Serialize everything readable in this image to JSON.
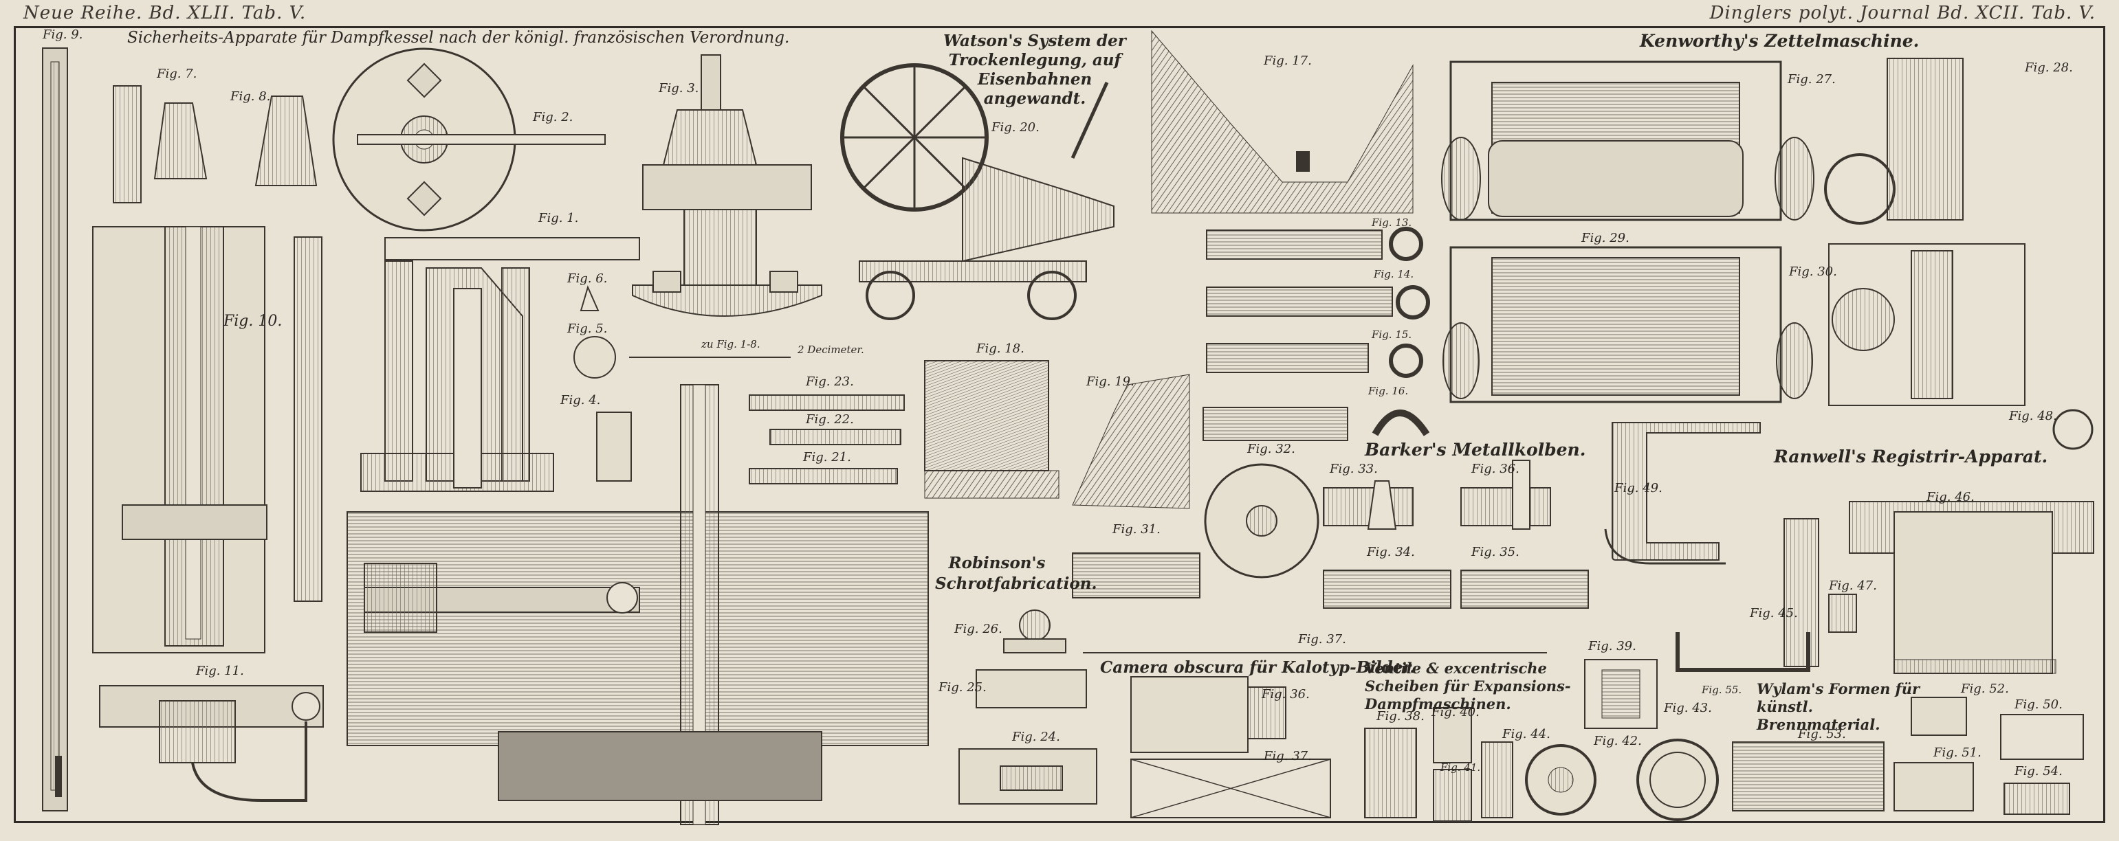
{
  "header": {
    "left": "Neue Reihe. Bd. XLII. Tab. V.",
    "right": "Dinglers polyt. Journal Bd. XCII. Tab. V."
  },
  "titles": {
    "sicherheits": "Sicherheits-Apparate für Dampfkessel nach der königl. französischen Verordnung.",
    "watson": "Watson's System der Trockenlegung, auf Eisenbahnen angewandt.",
    "kenworthy": "Kenworthy's Zettelmaschine.",
    "barker": "Barker's Metallkolben.",
    "ranwell": "Ranwell's Registrir-Apparat.",
    "robinson": "Robinson's Schrotfabrication.",
    "camera": "Camera obscura für Kalotyp-Bilder.",
    "ventile": "Ventile & excentrische Scheiben für Expansions-Dampfmaschinen.",
    "wylam": "Wylam's Formen für künstl. Brennmaterial."
  },
  "scale_label": "zu Fig. 1-8.",
  "scale_unit": "2 Decimeter.",
  "figures": {
    "f1": "Fig. 1.",
    "f2": "Fig. 2.",
    "f3": "Fig. 3.",
    "f4": "Fig. 4.",
    "f5": "Fig. 5.",
    "f6": "Fig. 6.",
    "f7": "Fig. 7.",
    "f8": "Fig. 8.",
    "f9": "Fig. 9.",
    "f10": "Fig. 10.",
    "f11": "Fig. 11.",
    "f13": "Fig. 13.",
    "f14": "Fig. 14.",
    "f15": "Fig. 15.",
    "f16": "Fig. 16.",
    "f17": "Fig. 17.",
    "f18": "Fig. 18.",
    "f19": "Fig. 19.",
    "f20": "Fig. 20.",
    "f21": "Fig. 21.",
    "f22": "Fig. 22.",
    "f23": "Fig. 23.",
    "f24": "Fig. 24.",
    "f25": "Fig. 25.",
    "f26": "Fig. 26.",
    "f27": "Fig. 27.",
    "f28": "Fig. 28.",
    "f29": "Fig. 29.",
    "f30": "Fig. 30.",
    "f31": "Fig. 31.",
    "f32": "Fig. 32.",
    "f33": "Fig. 33.",
    "f34": "Fig. 34.",
    "f35": "Fig. 35.",
    "f36": "Fig. 36.",
    "f36b": "Fig. 36.",
    "f37": "Fig. 37.",
    "f37b": "Fig. 37.",
    "f38": "Fig. 38.",
    "f39": "Fig. 39.",
    "f40": "Fig. 40.",
    "f41": "Fig. 41.",
    "f42": "Fig. 42.",
    "f43": "Fig. 43.",
    "f44": "Fig. 44.",
    "f45": "Fig. 45.",
    "f46": "Fig. 46.",
    "f47": "Fig. 47.",
    "f48": "Fig. 48.",
    "f49": "Fig. 49.",
    "f50": "Fig. 50.",
    "f51": "Fig. 51.",
    "f52": "Fig. 52.",
    "f53": "Fig. 53.",
    "f54": "Fig. 54.",
    "f55": "Fig. 55."
  }
}
